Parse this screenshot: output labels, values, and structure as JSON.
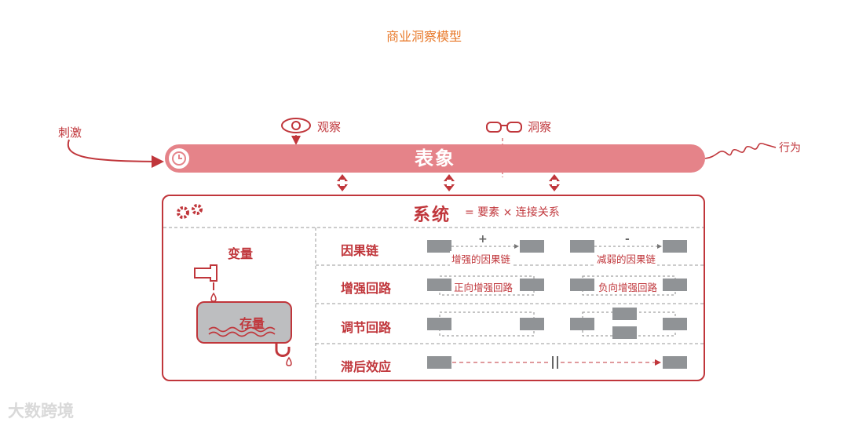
{
  "title": "商业洞察模型",
  "stimulus": "刺激",
  "observe": "观察",
  "insight": "洞察",
  "behavior": "行为",
  "phenomenon": "表象",
  "system": {
    "title": "系统",
    "equation": "= 要素 × 连接关系",
    "variable": "变量",
    "stock": "存量"
  },
  "rows": {
    "causal": {
      "label": "因果链",
      "left_sign": "+",
      "left_text": "增强的因果链",
      "right_sign": "-",
      "right_text": "减弱的因果链"
    },
    "reinforce": {
      "label": "增强回路",
      "left_text": "正向增强回路",
      "right_text": "负向增强回路"
    },
    "balance": {
      "label": "调节回路"
    },
    "delay": {
      "label": "滞后效应"
    }
  },
  "colors": {
    "accent": "#c0363b",
    "band": "#e58389",
    "title": "#e8792a",
    "box": "#909396"
  },
  "watermark": "大数跨境"
}
